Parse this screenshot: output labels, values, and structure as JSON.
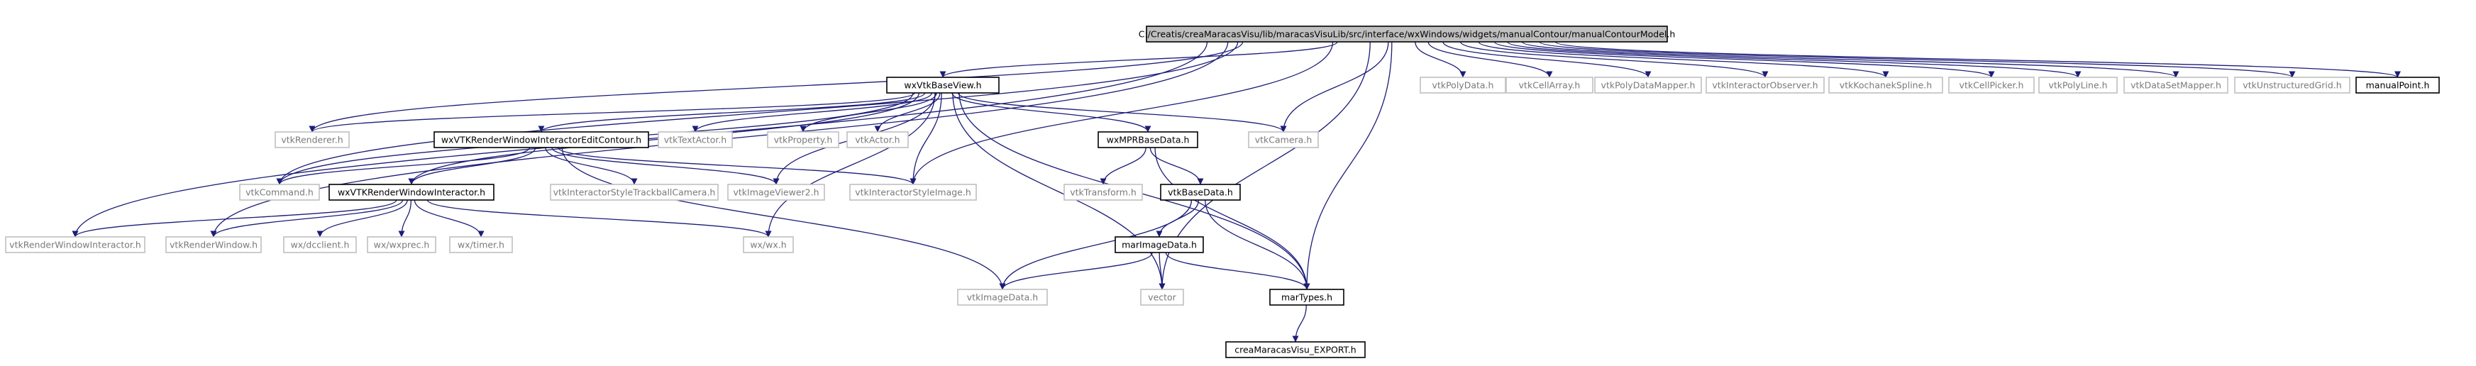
{
  "graph": {
    "colors": {
      "edge": "#1c1c78",
      "edge_system": "#a8a8a8",
      "root_fill": "#bfbfbf",
      "documented_stroke": "#000000",
      "system_stroke": "#c0c0c0",
      "system_text": "#7a7a7a",
      "documented_text": "#000000",
      "background": "#ffffff"
    },
    "root": "manualContourModel.h",
    "nodes": [
      {
        "id": "manualContourModel.h",
        "label": "C:/Creatis/creaMaracasVisu/lib/maracasVisuLib/src/interface/wxWindows/widgets/manualContour/manualContourModel.h",
        "kind": "root"
      },
      {
        "id": "wxVtkBaseView.h",
        "label": "wxVtkBaseView.h",
        "kind": "documented"
      },
      {
        "id": "vtkPolyData.h",
        "label": "vtkPolyData.h",
        "kind": "system"
      },
      {
        "id": "vtkCellArray.h",
        "label": "vtkCellArray.h",
        "kind": "system"
      },
      {
        "id": "vtkPolyDataMapper.h",
        "label": "vtkPolyDataMapper.h",
        "kind": "system"
      },
      {
        "id": "vtkInteractorObserver.h",
        "label": "vtkInteractorObserver.h",
        "kind": "system"
      },
      {
        "id": "vtkKochanekSpline.h",
        "label": "vtkKochanekSpline.h",
        "kind": "system"
      },
      {
        "id": "vtkCellPicker.h",
        "label": "vtkCellPicker.h",
        "kind": "system"
      },
      {
        "id": "vtkPolyLine.h",
        "label": "vtkPolyLine.h",
        "kind": "system"
      },
      {
        "id": "vtkDataSetMapper.h",
        "label": "vtkDataSetMapper.h",
        "kind": "system"
      },
      {
        "id": "vtkUnstructuredGrid.h",
        "label": "vtkUnstructuredGrid.h",
        "kind": "system"
      },
      {
        "id": "manualPoint.h",
        "label": "manualPoint.h",
        "kind": "documented"
      },
      {
        "id": "vtkRenderer.h",
        "label": "vtkRenderer.h",
        "kind": "system"
      },
      {
        "id": "wxVTKRenderWindowInteractorEditContour.h",
        "label": "wxVTKRenderWindowInteractorEditContour.h",
        "kind": "documented"
      },
      {
        "id": "vtkTextActor.h",
        "label": "vtkTextActor.h",
        "kind": "system"
      },
      {
        "id": "vtkProperty.h",
        "label": "vtkProperty.h",
        "kind": "system"
      },
      {
        "id": "vtkActor.h",
        "label": "vtkActor.h",
        "kind": "system"
      },
      {
        "id": "wxMPRBaseData.h",
        "label": "wxMPRBaseData.h",
        "kind": "documented"
      },
      {
        "id": "vtkCamera.h",
        "label": "vtkCamera.h",
        "kind": "system"
      },
      {
        "id": "vtkCommand.h",
        "label": "vtkCommand.h",
        "kind": "system"
      },
      {
        "id": "wxVTKRenderWindowInteractor.h",
        "label": "wxVTKRenderWindowInteractor.h",
        "kind": "documented"
      },
      {
        "id": "vtkInteractorStyleTrackballCamera.h",
        "label": "vtkInteractorStyleTrackballCamera.h",
        "kind": "system"
      },
      {
        "id": "vtkImageViewer2.h",
        "label": "vtkImageViewer2.h",
        "kind": "system"
      },
      {
        "id": "vtkInteractorStyleImage.h",
        "label": "vtkInteractorStyleImage.h",
        "kind": "system"
      },
      {
        "id": "vtkTransform.h",
        "label": "vtkTransform.h",
        "kind": "system"
      },
      {
        "id": "vtkBaseData.h",
        "label": "vtkBaseData.h",
        "kind": "documented"
      },
      {
        "id": "vtkRenderWindowInteractor.h",
        "label": "vtkRenderWindowInteractor.h",
        "kind": "system"
      },
      {
        "id": "vtkRenderWindow.h",
        "label": "vtkRenderWindow.h",
        "kind": "system"
      },
      {
        "id": "wx/dcclient.h",
        "label": "wx/dcclient.h",
        "kind": "system"
      },
      {
        "id": "wx/wxprec.h",
        "label": "wx/wxprec.h",
        "kind": "system"
      },
      {
        "id": "wx/timer.h",
        "label": "wx/timer.h",
        "kind": "system"
      },
      {
        "id": "wx/wx.h",
        "label": "wx/wx.h",
        "kind": "system"
      },
      {
        "id": "marImageData.h",
        "label": "marImageData.h",
        "kind": "documented"
      },
      {
        "id": "vtkImageData.h",
        "label": "vtkImageData.h",
        "kind": "system"
      },
      {
        "id": "vector",
        "label": "vector",
        "kind": "system"
      },
      {
        "id": "marTypes.h",
        "label": "marTypes.h",
        "kind": "documented"
      },
      {
        "id": "creaMaracasVisu_EXPORT.h",
        "label": "creaMaracasVisu_EXPORT.h",
        "kind": "documented"
      }
    ],
    "edges": [
      [
        "manualContourModel.h",
        "wxVtkBaseView.h"
      ],
      [
        "manualContourModel.h",
        "vtkPolyData.h"
      ],
      [
        "manualContourModel.h",
        "vtkCellArray.h"
      ],
      [
        "manualContourModel.h",
        "vtkPolyDataMapper.h"
      ],
      [
        "manualContourModel.h",
        "vtkInteractorObserver.h"
      ],
      [
        "manualContourModel.h",
        "vtkKochanekSpline.h"
      ],
      [
        "manualContourModel.h",
        "vtkCellPicker.h"
      ],
      [
        "manualContourModel.h",
        "vtkPolyLine.h"
      ],
      [
        "manualContourModel.h",
        "vtkDataSetMapper.h"
      ],
      [
        "manualContourModel.h",
        "vtkUnstructuredGrid.h"
      ],
      [
        "manualContourModel.h",
        "manualPoint.h"
      ],
      [
        "manualContourModel.h",
        "vtkRenderer.h"
      ],
      [
        "manualContourModel.h",
        "vtkRenderWindowInteractor.h"
      ],
      [
        "manualContourModel.h",
        "vtkRenderWindow.h"
      ],
      [
        "manualContourModel.h",
        "vtkCommand.h"
      ],
      [
        "manualContourModel.h",
        "vtkCamera.h"
      ],
      [
        "manualContourModel.h",
        "vtkInteractorStyleImage.h"
      ],
      [
        "manualContourModel.h",
        "vector"
      ],
      [
        "manualContourModel.h",
        "marTypes.h"
      ],
      [
        "wxVtkBaseView.h",
        "vtkRenderer.h"
      ],
      [
        "wxVtkBaseView.h",
        "wxVTKRenderWindowInteractorEditContour.h"
      ],
      [
        "wxVtkBaseView.h",
        "vtkTextActor.h"
      ],
      [
        "wxVtkBaseView.h",
        "vtkProperty.h"
      ],
      [
        "wxVtkBaseView.h",
        "vtkActor.h"
      ],
      [
        "wxVtkBaseView.h",
        "wxMPRBaseData.h"
      ],
      [
        "wxVtkBaseView.h",
        "vtkCamera.h"
      ],
      [
        "wxVtkBaseView.h",
        "vtkCommand.h"
      ],
      [
        "wxVtkBaseView.h",
        "wxVTKRenderWindowInteractor.h"
      ],
      [
        "wxVtkBaseView.h",
        "vtkImageViewer2.h"
      ],
      [
        "wxVtkBaseView.h",
        "vtkInteractorStyleImage.h"
      ],
      [
        "wxVtkBaseView.h",
        "wx/wx.h"
      ],
      [
        "wxVtkBaseView.h",
        "vector"
      ],
      [
        "wxVtkBaseView.h",
        "marTypes.h"
      ],
      [
        "wxVTKRenderWindowInteractorEditContour.h",
        "vtkCommand.h"
      ],
      [
        "wxVTKRenderWindowInteractorEditContour.h",
        "wxVTKRenderWindowInteractor.h"
      ],
      [
        "wxVTKRenderWindowInteractorEditContour.h",
        "vtkInteractorStyleTrackballCamera.h"
      ],
      [
        "wxVTKRenderWindowInteractorEditContour.h",
        "vtkImageViewer2.h"
      ],
      [
        "wxVTKRenderWindowInteractorEditContour.h",
        "vtkInteractorStyleImage.h"
      ],
      [
        "wxVTKRenderWindowInteractorEditContour.h",
        "vtkImageData.h"
      ],
      [
        "wxVTKRenderWindowInteractor.h",
        "vtkRenderWindowInteractor.h"
      ],
      [
        "wxVTKRenderWindowInteractor.h",
        "vtkRenderWindow.h"
      ],
      [
        "wxVTKRenderWindowInteractor.h",
        "wx/dcclient.h"
      ],
      [
        "wxVTKRenderWindowInteractor.h",
        "wx/wxprec.h"
      ],
      [
        "wxVTKRenderWindowInteractor.h",
        "wx/timer.h"
      ],
      [
        "wxVTKRenderWindowInteractor.h",
        "wx/wx.h"
      ],
      [
        "wxMPRBaseData.h",
        "vtkTransform.h"
      ],
      [
        "wxMPRBaseData.h",
        "vtkBaseData.h"
      ],
      [
        "wxMPRBaseData.h",
        "marTypes.h"
      ],
      [
        "vtkBaseData.h",
        "marImageData.h"
      ],
      [
        "vtkBaseData.h",
        "vtkImageData.h"
      ],
      [
        "vtkBaseData.h",
        "marTypes.h"
      ],
      [
        "marImageData.h",
        "vtkImageData.h"
      ],
      [
        "marImageData.h",
        "vector"
      ],
      [
        "marImageData.h",
        "marTypes.h"
      ],
      [
        "marTypes.h",
        "creaMaracasVisu_EXPORT.h"
      ]
    ]
  }
}
